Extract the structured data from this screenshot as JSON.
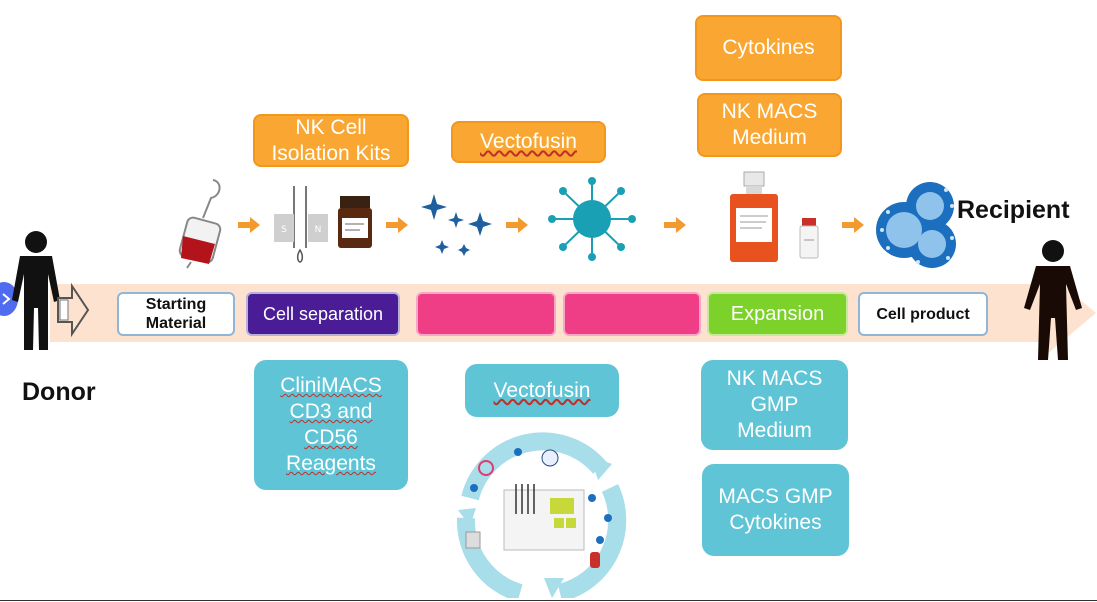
{
  "top_labels": {
    "isolation_kits": "NK Cell\nIsolation Kits",
    "vectofusin_top": "Vectofusin",
    "cytokines": "Cytokines",
    "nk_macs_medium": "NK MACS\nMedium"
  },
  "steps": {
    "starting_material": "Starting\nMaterial",
    "cell_separation": "Cell separation",
    "step3": "",
    "step4": "",
    "expansion": "Expansion",
    "cell_product": "Cell product"
  },
  "bottom_labels": {
    "clinimacs": "CliniMACS\nCD3 and\nCD56\nReagents",
    "vectofusin_bottom": "Vectofusin",
    "nk_macs_gmp_medium": "NK MACS\nGMP\nMedium",
    "macs_gmp_cytokines": "MACS GMP\nCytokines"
  },
  "people": {
    "donor": "Donor",
    "recipient": "Recipient"
  },
  "colors": {
    "orange": "#f9a732",
    "teal": "#5ec4d6",
    "purple": "#4a1d96",
    "pink": "#ef3e86",
    "green": "#7cd12a",
    "band": "#fde3cf"
  },
  "icons": [
    "blood-bag-icon",
    "magnetic-separator-icon",
    "reagent-bottle-icon",
    "sparkles-icon",
    "virus-icon",
    "culture-flask-icon",
    "vial-icon",
    "nk-cells-icon",
    "person-icon",
    "cycle-diagram-icon"
  ]
}
